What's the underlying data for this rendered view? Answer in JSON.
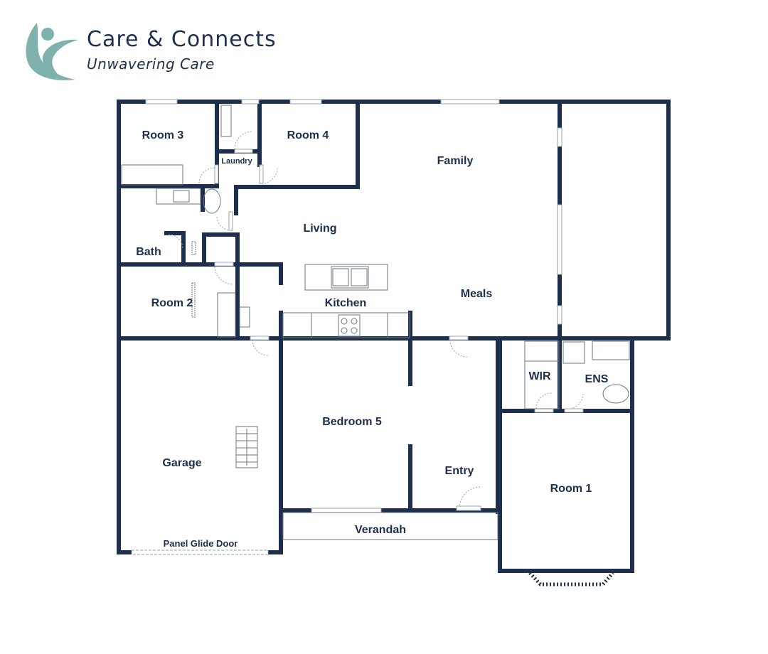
{
  "brand": {
    "name": "Care & Connects",
    "tagline": "Unwavering Care",
    "logo_icon": "person-swoosh-logo",
    "logo_color": "#7fb2ac",
    "text_color": "#1e2f4d"
  },
  "floorplan": {
    "wall_color": "#1e2f4d",
    "rooms": {
      "room3": "Room 3",
      "room4": "Room 4",
      "laundry": "Laundry",
      "family": "Family",
      "living": "Living",
      "bath": "Bath",
      "room2": "Room 2",
      "kitchen": "Kitchen",
      "meals": "Meals",
      "wir": "WIR",
      "ens": "ENS",
      "garage": "Garage",
      "bedroom5": "Bedroom 5",
      "entry": "Entry",
      "room1": "Room 1",
      "verandah": "Verandah",
      "panel_glide_door": "Panel Glide Door"
    }
  }
}
